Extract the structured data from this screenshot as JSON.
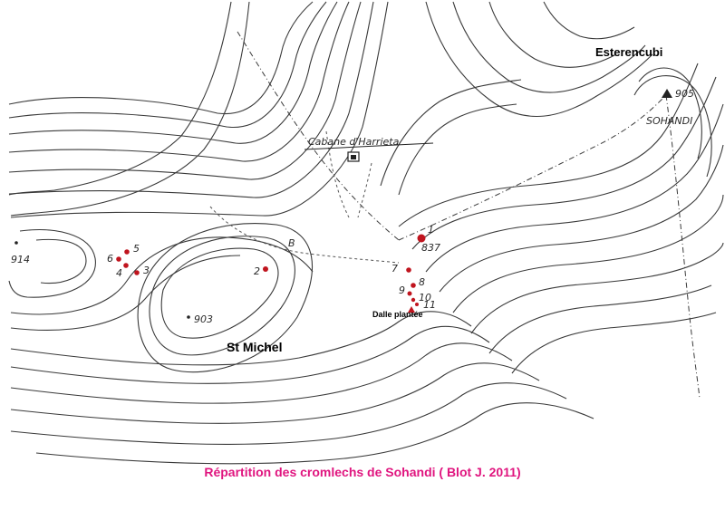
{
  "labels": {
    "esterencubi": "Esterencubi",
    "sohandi": "SOHANDI",
    "summit_905": "905",
    "cabane": "Cabane d'Harrieta",
    "spot_914": "914",
    "spot_903": "903",
    "spot_837": "837",
    "st_michel": "St Michel",
    "dalle": "Dalle plantée",
    "path_b": "B"
  },
  "cromlechs": [
    {
      "num": "1"
    },
    {
      "num": "2"
    },
    {
      "num": "3"
    },
    {
      "num": "4"
    },
    {
      "num": "5"
    },
    {
      "num": "6"
    },
    {
      "num": "7"
    },
    {
      "num": "8"
    },
    {
      "num": "9"
    },
    {
      "num": "10"
    },
    {
      "num": "11"
    }
  ],
  "caption": "Répartition des cromlechs de Sohandi ( Blot J. 2011)",
  "colors": {
    "cromlech": "#c0141e",
    "caption": "#e0157f",
    "contour": "#3a3a3a"
  }
}
